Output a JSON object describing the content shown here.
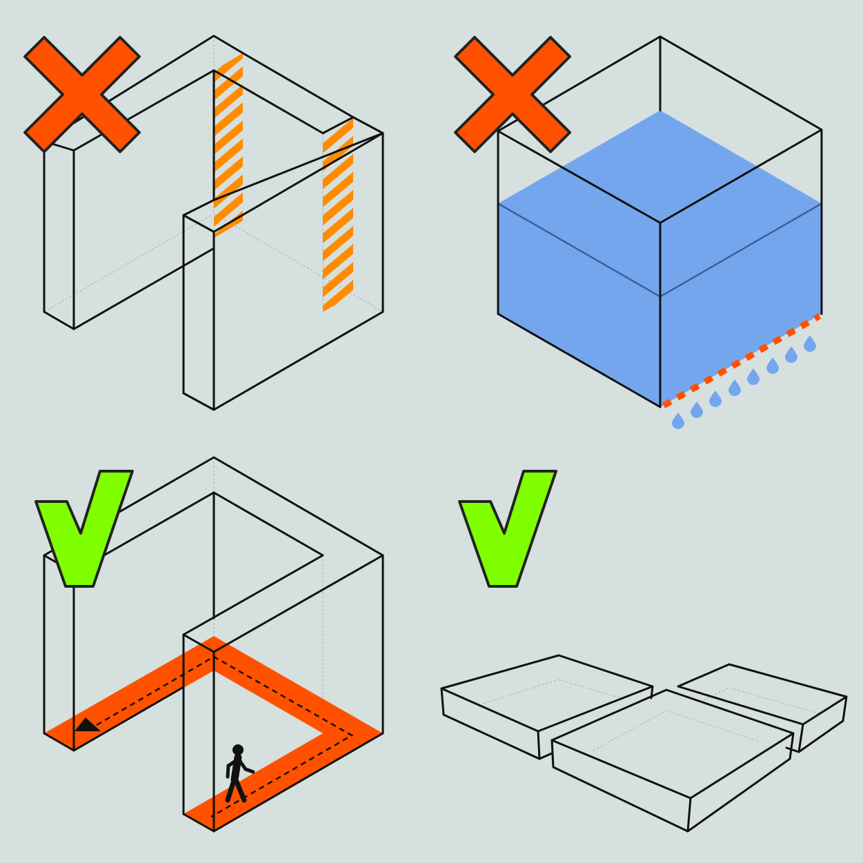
{
  "colors": {
    "background": "#d5e0df",
    "cross": "#ff5100",
    "check": "#80ff00",
    "hatch": "#ff8c00",
    "water": "#74a6ee",
    "path": "#ff5100"
  },
  "panels": [
    {
      "id": "open-wall-gap",
      "verdict": "wrong",
      "icon": "cross-icon"
    },
    {
      "id": "water-tank-leak",
      "verdict": "wrong",
      "icon": "cross-icon"
    },
    {
      "id": "walkway-corridor",
      "verdict": "correct",
      "icon": "check-icon"
    },
    {
      "id": "shallow-trays",
      "verdict": "correct",
      "icon": "check-icon"
    }
  ]
}
